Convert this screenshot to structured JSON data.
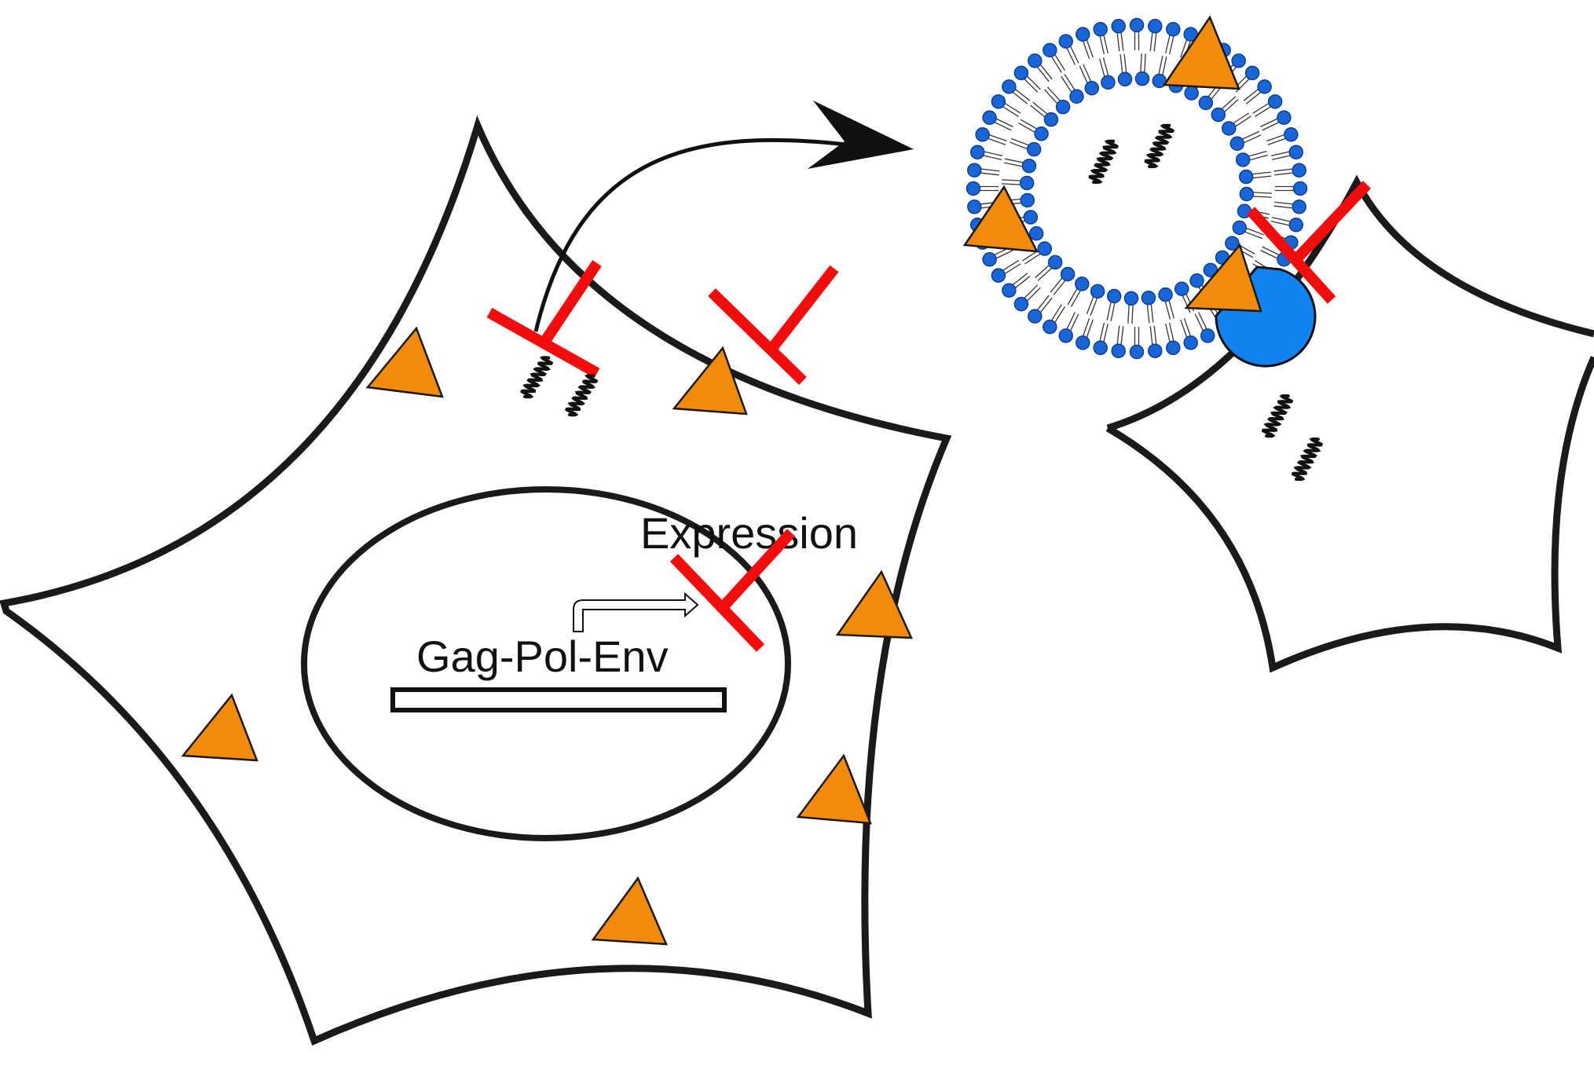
{
  "labels": {
    "expression": "Expression",
    "gene": "Gag-Pol-Env"
  },
  "colors": {
    "envelope_protein": "#F28A0C",
    "inhibitor": "#F20D0D",
    "lipid_head": "#1A66D9",
    "receptor": "#1282F0",
    "outline": "#1A1A1A"
  },
  "icons": {
    "envelope_protein": "triangle",
    "inhibitor": "blunt-arrow",
    "receptor": "pacman",
    "viral_rna": "coil"
  }
}
